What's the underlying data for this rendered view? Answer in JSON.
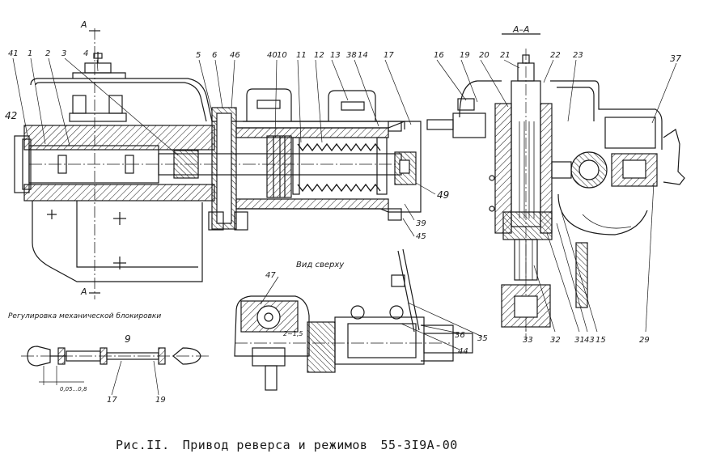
{
  "section_marker": "A",
  "section_title": "А–А",
  "view_top_title": "Вид сверху",
  "adjustment_title": "Регулировка механической блокировки",
  "dimension_gap": "0,05...0,8",
  "dimension_stroke": "2~1,5",
  "caption": {
    "figure": "Рис.II.",
    "title": "Привод реверса и режимов",
    "code": "55-3I9А-00"
  },
  "part_numbers": {
    "p41": "41",
    "p1": "1",
    "p2": "2",
    "p3": "3",
    "p4": "4",
    "p42": "42",
    "p5": "5",
    "p6": "6",
    "p46": "46",
    "p40": "40",
    "p10": "10",
    "p11": "11",
    "p12": "12",
    "p13": "13",
    "p38": "38",
    "p14": "14",
    "p17": "17",
    "p49": "49",
    "p39": "39",
    "p45": "45",
    "p16": "16",
    "p19": "19",
    "p20": "20",
    "p21": "21",
    "p22": "22",
    "p23": "23",
    "p37": "37",
    "p29": "29",
    "p33": "33",
    "p32": "32",
    "p31": "31",
    "p43": "43",
    "p15": "15",
    "p47": "47",
    "p36": "36",
    "p35": "35",
    "p44": "44",
    "p9": "9",
    "p17b": "17",
    "p19b": "19"
  },
  "colors": {
    "ink": "#1a1a1a",
    "paper": "#ffffff"
  }
}
